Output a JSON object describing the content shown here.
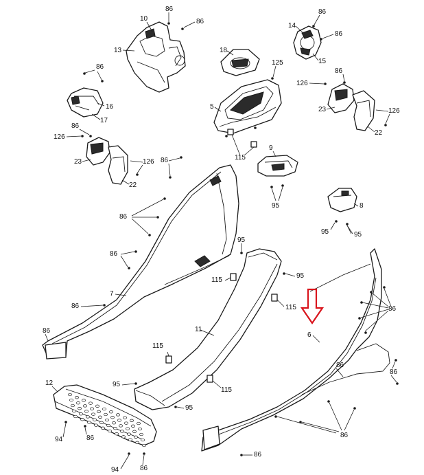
{
  "callouts": {
    "c10": "10",
    "c13": "13",
    "c14": "14",
    "c15": "15",
    "c16": "16",
    "c17": "17",
    "c18": "18",
    "c5": "5",
    "c9": "9",
    "c8": "8",
    "c23a": "23",
    "c22a": "22",
    "c23b": "23",
    "c22b": "22",
    "c7": "7",
    "c11": "11",
    "c6": "6",
    "c12": "12",
    "c86_1": "86",
    "c86_2": "86",
    "c86_3": "86",
    "c86_4": "86",
    "c86_5": "86",
    "c86_6": "86",
    "c86_7": "86",
    "c86_8": "86",
    "c86_9": "86",
    "c86_10": "86",
    "c86_11": "86",
    "c86_12": "86",
    "c86_13": "86",
    "c86_14": "86",
    "c86_15": "86",
    "c86_16": "86",
    "c86_17": "86",
    "c125": "125",
    "c126_1": "126",
    "c126_2": "126",
    "c126_3": "126",
    "c126_4": "126",
    "c115_1": "115",
    "c115_2": "115",
    "c115_3": "115",
    "c115_4": "115",
    "c115_5": "115",
    "c95_1": "95",
    "c95_2": "95",
    "c95_3": "95",
    "c95_4": "95",
    "c95_5": "95",
    "c95_6": "95",
    "c94_1": "94",
    "c94_2": "94"
  },
  "highlight_color": "#d9141c"
}
